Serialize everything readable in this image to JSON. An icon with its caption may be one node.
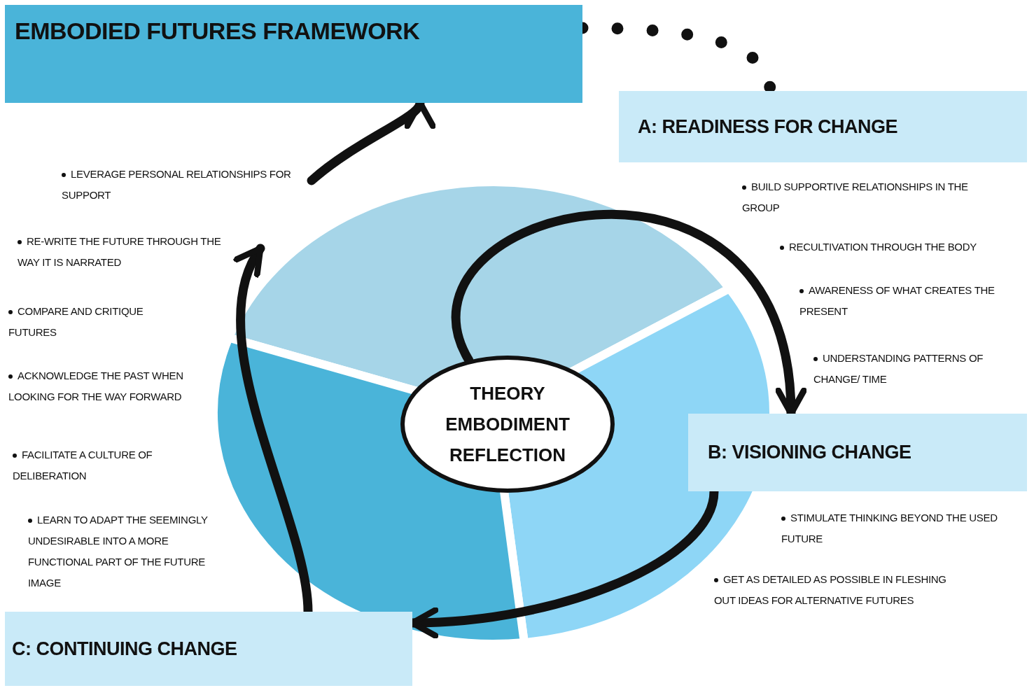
{
  "diagram": {
    "nodes": [
      {
        "text": [
          "EMBODIED FUTURES FRAMEWORK"
        ]
      },
      {
        "text": [
          "A: READINESS FOR CHANGE"
        ]
      },
      {
        "text": [
          "THEORY EMBODIMENT REFLECTION"
        ]
      },
      {
        "text": [
          "B: VISIONING CHANGE"
        ]
      },
      {
        "text": [
          "C: CONTINUING CHANGE"
        ]
      }
    ],
    "edges": [
      {
        "from": 2,
        "to": 3,
        "arrow": "to"
      },
      {
        "from": 3,
        "to": 4,
        "arrow": "to"
      },
      {
        "from": 4,
        "to": null,
        "arrow": "to"
      },
      {
        "from": null,
        "to": 0,
        "arrow": "to"
      },
      {
        "from": 0,
        "to": 1,
        "arrow": "none",
        "style": "dashed"
      }
    ],
    "labels": [
      "LEVERAGE PERSONAL RELATIONSHIPS FOR SUPPORT",
      "RE-WRITE THE FUTURE THROUGH THE WAY IT IS NARRATED",
      "COMPARE AND CRITIQUE FUTURES",
      "ACKNOWLEDGE THE PAST WHEN LOOKING FOR THE WAY FORWARD",
      "FACILITATE A CULTURE OF DELIBERATION",
      "LEARN TO ADAPT THE SEEMINGLY UNDESIRABLE INTO A MORE FUNCTIONAL PART OF THE FUTURE IMAGE",
      "BUILD SUPPORTIVE RELATIONSHIPS IN THE GROUP",
      "RECULTIVATION THROUGH THE BODY",
      "AWARENESS OF WHAT CREATES THE PRESENT",
      "UNDERSTANDING PATTERNS OF CHANGE/ TIME",
      "STIMULATE THINKING BEYOND THE USED FUTURE",
      "GET AS DETAILED AS POSSIBLE IN FLESHING OUT IDEAS FOR ALTERNATIVE FUTURES"
    ]
  }
}
